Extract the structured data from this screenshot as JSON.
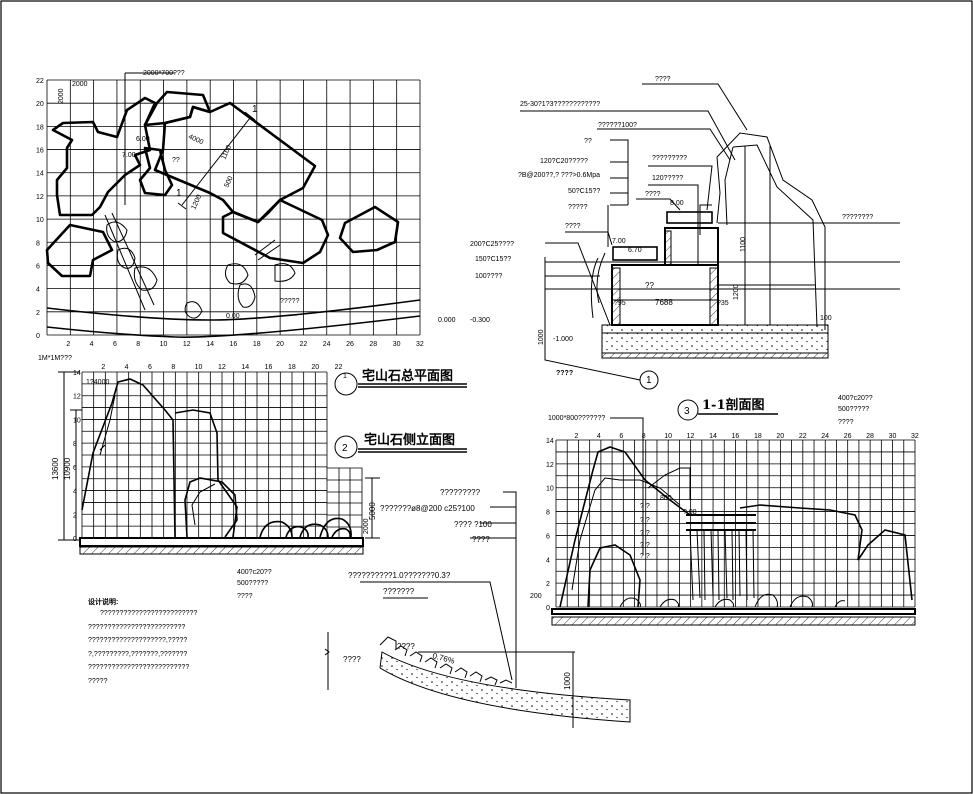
{
  "plan": {
    "title": "宅山石总平面图",
    "number": "1",
    "x_ticks": [
      "2",
      "4",
      "6",
      "8",
      "10",
      "12",
      "14",
      "16",
      "18",
      "20",
      "22",
      "24",
      "26",
      "28",
      "30",
      "32"
    ],
    "y_ticks": [
      "0",
      "2",
      "4",
      "6",
      "8",
      "10",
      "12",
      "14",
      "16",
      "18",
      "20",
      "22"
    ],
    "grid_note": "1M*1M???",
    "stone_label": "2000*700???",
    "dim_2000_h": "2000",
    "dim_2000_v": "2000",
    "elev_600": "6.00",
    "elev_700": "7.00",
    "dim_4000": "4000",
    "dim_1100": "1100",
    "dim_500": "500",
    "dim_1200": "1200",
    "pool_label": "??",
    "section_mark_a": "1",
    "section_mark_b": "1",
    "plant_label": "?????",
    "path_elev": "0.00",
    "level_0": "0.000",
    "level_neg": "-0.300"
  },
  "elevation": {
    "title": "宅山石侧立面图",
    "number": "2",
    "x_ticks": [
      "2",
      "4",
      "6",
      "8",
      "10",
      "12",
      "14",
      "16",
      "18",
      "20",
      "22"
    ],
    "y_ticks": [
      "0",
      "2",
      "4",
      "6",
      "8",
      "10",
      "12",
      "14"
    ],
    "dim_13600": "13600",
    "dim_10900": "10900",
    "dim_top": "1?4000",
    "dim_5000": "5000",
    "dim_2000": "2000",
    "base_notes": [
      "400?c20??",
      "500?????",
      "????"
    ]
  },
  "design_notes": {
    "heading": "设计说明:",
    "lines": [
      "?????????????????????????",
      "?????????????????????????",
      "????????????????????,?????",
      "?,?????????,???????,???????",
      "??????????????????????????",
      "?????"
    ]
  },
  "stream_detail": {
    "callouts": [
      "?????????",
      "???????ø8@200 c25?100",
      "???? ?100",
      "????"
    ],
    "note_line1": "??????????1.0???????0.3?",
    "note_line2": "???????",
    "cobble_label": "????",
    "left_label": "????",
    "slope": "0.76%",
    "dim_1000": "1000"
  },
  "section": {
    "title": "1-1剖面图",
    "number": "3",
    "stone_label": "1000*800???????",
    "base_notes": [
      "400?c20??",
      "500?????",
      "????"
    ],
    "x_ticks": [
      "2",
      "4",
      "6",
      "8",
      "10",
      "12",
      "14",
      "16",
      "18",
      "20",
      "22",
      "24",
      "26",
      "28",
      "30",
      "32"
    ],
    "y_ticks": [
      "0",
      "2",
      "4",
      "6",
      "8",
      "10",
      "12",
      "14"
    ],
    "dim_800": "800",
    "elev_08": "?.08",
    "dim_200": "200",
    "q_marks": [
      "? ?",
      "? ?",
      "? ?",
      "? ?",
      "? ?"
    ]
  },
  "detail1": {
    "number": "1",
    "callouts_left": [
      "????",
      "25-30?1?3????????????",
      "??????100?",
      "??",
      "120?C20?????",
      "?B@200??,? ???>0.6Mpa",
      "50?C15??",
      "?????"
    ],
    "basin_label": "?????????",
    "wall_label": "120?????",
    "pipe_label": "????",
    "elev_800": "8.00",
    "outlet_label": "????",
    "elev_700": "7.00",
    "elev_670": "6.70",
    "base_callouts": [
      "200?C25????",
      "150?C15??",
      "100????"
    ],
    "right_label": "????????",
    "pool_label": "??",
    "width_dim": "7688",
    "wall_dim_left": "?95",
    "wall_dim_right": "?35",
    "dim_1100": "1100",
    "dim_1200": "1200",
    "dim_100": "100",
    "dim_1000": "1000",
    "elev_neg1": "-1.000",
    "bottom_label": "????"
  }
}
